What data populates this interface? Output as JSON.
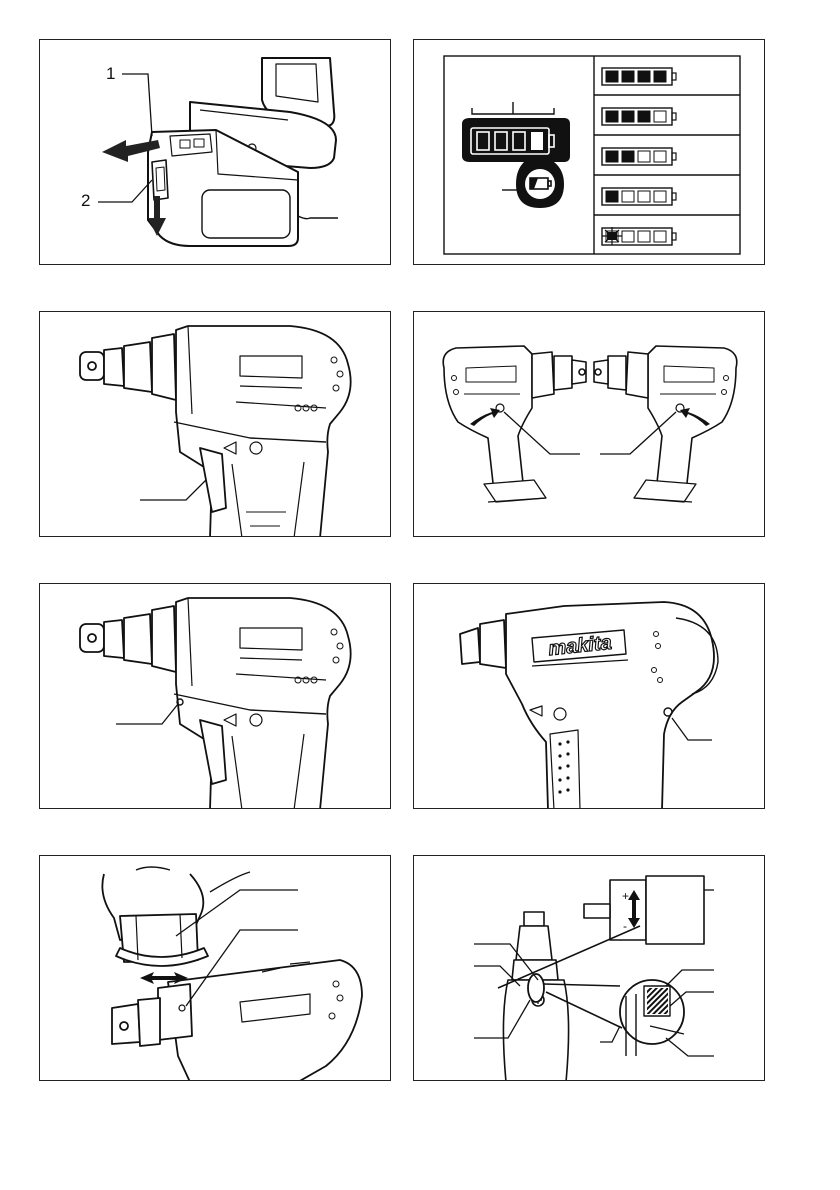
{
  "figures": [
    {
      "id": "fig-1",
      "callouts": [
        "1",
        "2"
      ]
    },
    {
      "id": "fig-2",
      "battery_levels": [
        4,
        3,
        2,
        1,
        0
      ],
      "last_level_blinking": true,
      "callouts": []
    },
    {
      "id": "fig-3",
      "callouts": []
    },
    {
      "id": "fig-4",
      "callouts": []
    },
    {
      "id": "fig-5",
      "callouts": []
    },
    {
      "id": "fig-6",
      "brand_mark": "makita",
      "callouts": []
    },
    {
      "id": "fig-7",
      "callouts": []
    },
    {
      "id": "fig-8",
      "symbols": {
        "plus": "+",
        "minus": "-"
      },
      "callouts": []
    }
  ]
}
